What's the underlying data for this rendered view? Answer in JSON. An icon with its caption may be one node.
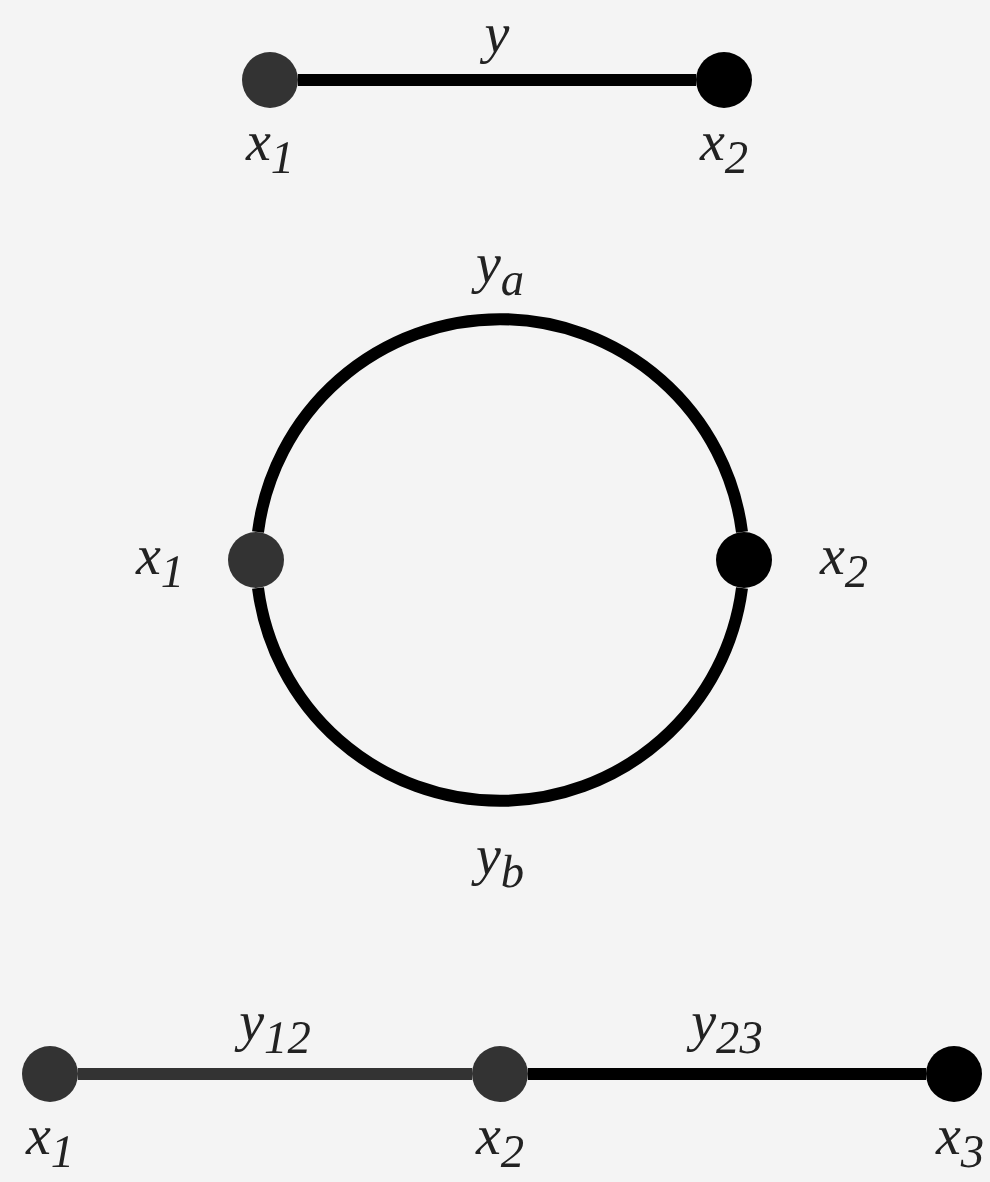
{
  "diagram": {
    "nodes": [
      {
        "text": [],
        "shape": "circle",
        "beside": [
          "x$_{1}$"
        ]
      },
      {
        "text": [],
        "shape": "circle",
        "beside": [
          "x$_{2}$"
        ]
      },
      {
        "text": [],
        "shape": "circle",
        "beside": [
          "x$_{1}$"
        ]
      },
      {
        "text": [],
        "shape": "circle",
        "beside": [
          "x$_{2}$"
        ]
      },
      {
        "text": [],
        "shape": "circle",
        "beside": [
          "x$_{1}$"
        ]
      },
      {
        "text": [],
        "shape": "circle",
        "beside": [
          "x$_{2}$"
        ]
      },
      {
        "text": [],
        "shape": "circle",
        "beside": [
          "x$_{3}$"
        ]
      }
    ],
    "edges": [
      {
        "from": 0,
        "to": 1,
        "arrow": "none",
        "label": "y"
      },
      {
        "from": 2,
        "to": 3,
        "arrow": "none",
        "label": "y$_{a}$"
      },
      {
        "from": 2,
        "to": 3,
        "arrow": "none",
        "label": "y$_{b}$"
      },
      {
        "from": 4,
        "to": 5,
        "arrow": "none",
        "label": "y$_{12}$",
        "color": "#333333"
      },
      {
        "from": 5,
        "to": 6,
        "arrow": "none",
        "label": "y$_{23}$"
      }
    ]
  }
}
